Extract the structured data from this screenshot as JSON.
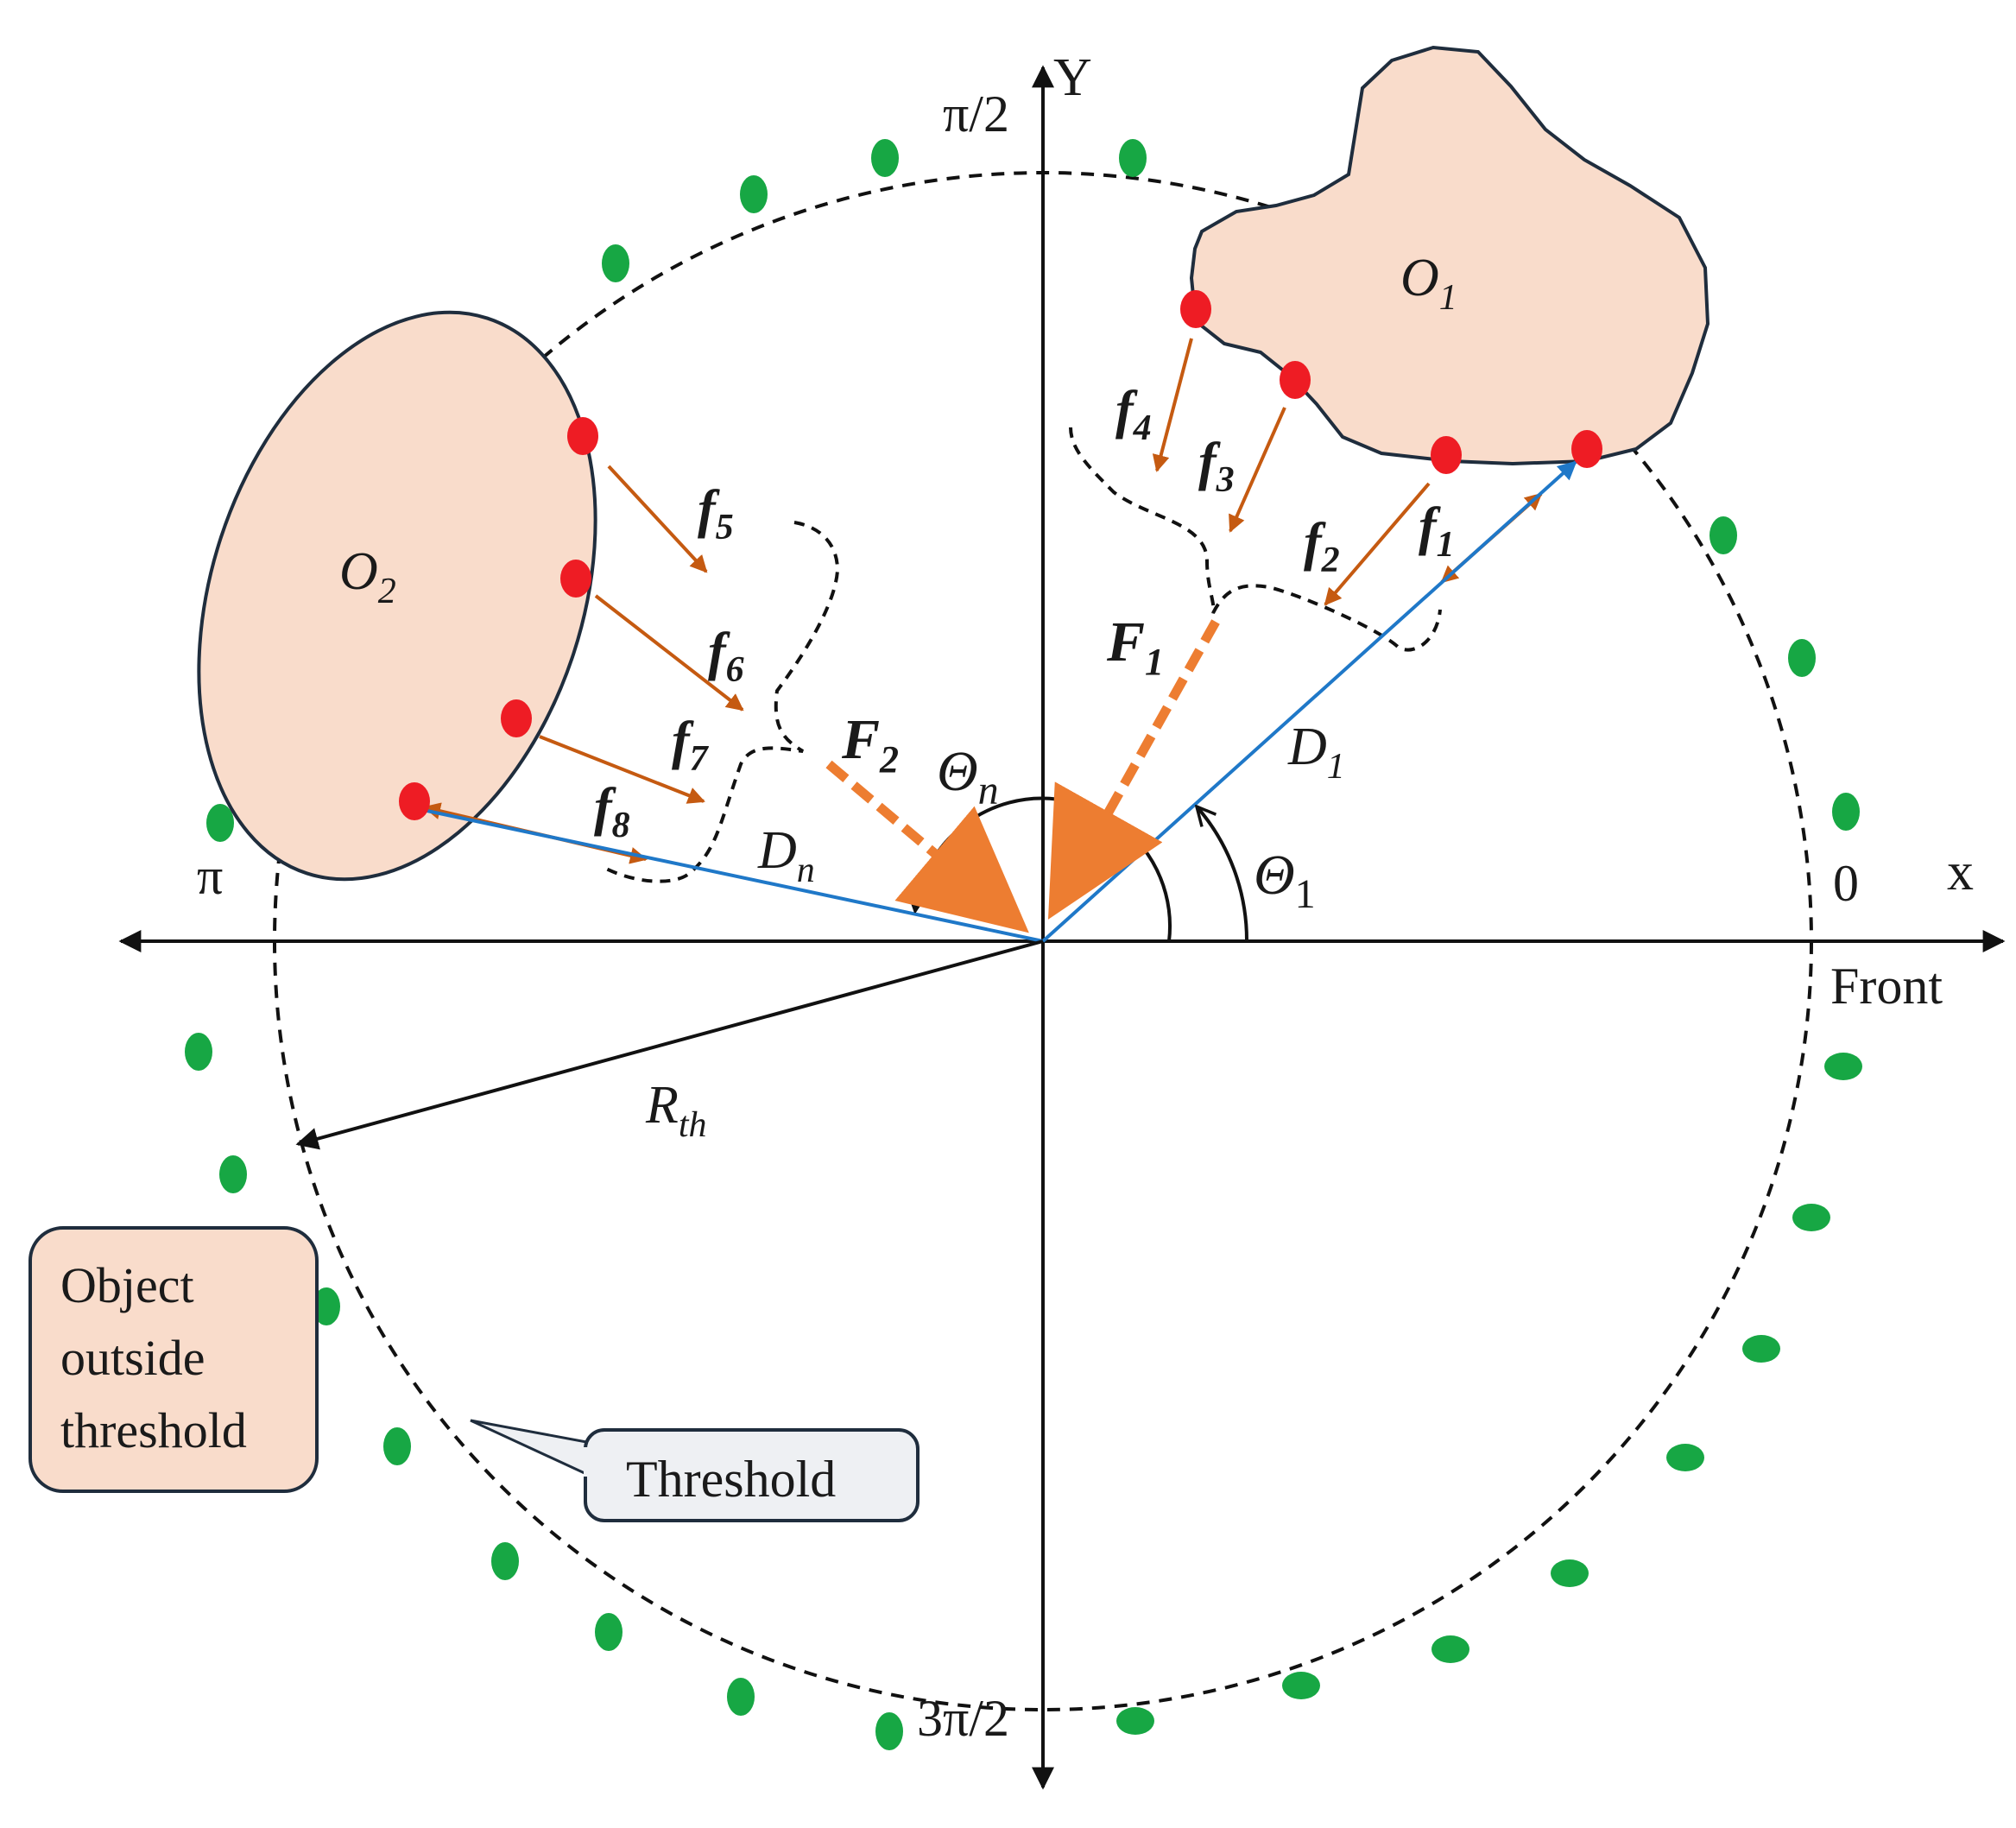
{
  "axes": {
    "x_label": "x",
    "y_label": "Y",
    "front_label": "Front",
    "angle_zero": "0",
    "angle_half_pi": "π/2",
    "angle_pi": "π",
    "angle_three_half_pi": "3π/2"
  },
  "objects": {
    "o1": {
      "main": "O",
      "sub": "1"
    },
    "o2": {
      "main": "O",
      "sub": "2"
    }
  },
  "forces": [
    {
      "main": "f",
      "sub": "1"
    },
    {
      "main": "f",
      "sub": "2"
    },
    {
      "main": "f",
      "sub": "3"
    },
    {
      "main": "f",
      "sub": "4"
    },
    {
      "main": "f",
      "sub": "5"
    },
    {
      "main": "f",
      "sub": "6"
    },
    {
      "main": "f",
      "sub": "7"
    },
    {
      "main": "f",
      "sub": "8"
    }
  ],
  "resultants": {
    "F1": {
      "main": "F",
      "sub": "1"
    },
    "F2": {
      "main": "F",
      "sub": "2"
    }
  },
  "distances": {
    "D1": {
      "main": "D",
      "sub": "1"
    },
    "Dn": {
      "main": "D",
      "sub": "n"
    },
    "Rth": {
      "main": "R",
      "sub": "th"
    }
  },
  "angles": {
    "theta1": {
      "main": "Θ",
      "sub": "1"
    },
    "thetan": {
      "main": "Θ",
      "sub": "n"
    }
  },
  "callouts": {
    "outside": [
      "Object",
      "outside",
      "threshold"
    ],
    "threshold": "Threshold"
  },
  "colors": {
    "object_fill": "#f9dccb",
    "object_outline": "#1f2d3d",
    "contact_point": "#ee1c24",
    "force_arrow": "#c55a11",
    "resultant_arrow": "#ed7d31",
    "distance_line": "#1f78c8",
    "obstacle_dot": "#17a744",
    "callout_threshold_fill": "#eef0f3"
  }
}
